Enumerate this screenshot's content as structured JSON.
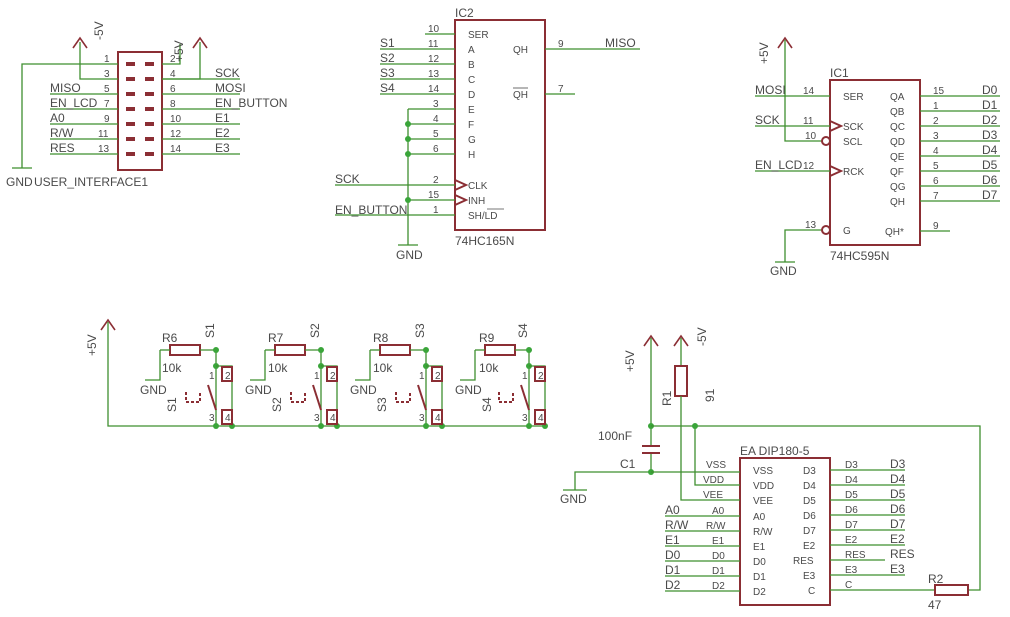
{
  "power": {
    "neg5v": "-5V",
    "pos5v": "+5V",
    "gnd": "GND"
  },
  "user_interface": {
    "ref": "USER_INTERFACE1",
    "left_nets": [
      "MISO",
      "EN_LCD",
      "A0",
      "R/W",
      "RES"
    ],
    "right_nets": [
      "SCK",
      "MOSI",
      "EN_BUTTON",
      "E1",
      "E2",
      "E3"
    ],
    "pins_left": [
      "1",
      "3",
      "5",
      "7",
      "9",
      "11",
      "13"
    ],
    "pins_right": [
      "2",
      "4",
      "6",
      "8",
      "10",
      "12",
      "14"
    ]
  },
  "ic2": {
    "ref": "IC2",
    "part": "74HC165N",
    "left_pins": [
      {
        "num": "10",
        "name": "SER"
      },
      {
        "num": "11",
        "name": "A",
        "net": "S1"
      },
      {
        "num": "12",
        "name": "B",
        "net": "S2"
      },
      {
        "num": "13",
        "name": "C",
        "net": "S3"
      },
      {
        "num": "14",
        "name": "D",
        "net": "S4"
      },
      {
        "num": "3",
        "name": "E"
      },
      {
        "num": "4",
        "name": "F"
      },
      {
        "num": "5",
        "name": "G"
      },
      {
        "num": "6",
        "name": "H"
      },
      {
        "num": "2",
        "name": "CLK",
        "net": "SCK"
      },
      {
        "num": "15",
        "name": "INH"
      },
      {
        "num": "1",
        "name": "SH/LD",
        "net": "EN_BUTTON"
      }
    ],
    "right_pins": [
      {
        "num": "9",
        "name": "QH",
        "net": "MISO"
      },
      {
        "num": "7",
        "name": "QH"
      }
    ]
  },
  "ic1": {
    "ref": "IC1",
    "part": "74HC595N",
    "left_pins": [
      {
        "num": "14",
        "name": "SER",
        "net": "MOSI"
      },
      {
        "num": "11",
        "name": "SCK",
        "net": "SCK"
      },
      {
        "num": "10",
        "name": "SCL"
      },
      {
        "num": "12",
        "name": "RCK",
        "net": "EN_LCD"
      },
      {
        "num": "13",
        "name": "G"
      }
    ],
    "right_pins": [
      {
        "num": "15",
        "name": "QA",
        "net": "D0"
      },
      {
        "num": "1",
        "name": "QB",
        "net": "D1"
      },
      {
        "num": "2",
        "name": "QC",
        "net": "D2"
      },
      {
        "num": "3",
        "name": "QD",
        "net": "D3"
      },
      {
        "num": "4",
        "name": "QE",
        "net": "D4"
      },
      {
        "num": "5",
        "name": "QF",
        "net": "D5"
      },
      {
        "num": "6",
        "name": "QG",
        "net": "D6"
      },
      {
        "num": "7",
        "name": "QH",
        "net": "D7"
      },
      {
        "num": "9",
        "name": "QH*"
      }
    ]
  },
  "switches": [
    {
      "r": "R6",
      "val": "10k",
      "s": "S1"
    },
    {
      "r": "R7",
      "val": "10k",
      "s": "S2"
    },
    {
      "r": "R8",
      "val": "10k",
      "s": "S3"
    },
    {
      "r": "R9",
      "val": "10k",
      "s": "S4"
    }
  ],
  "switch_pins": [
    "1",
    "2",
    "3",
    "4"
  ],
  "display": {
    "ref": "EA DIP180-5",
    "left_pins": [
      "VSS",
      "VDD",
      "VEE",
      "A0",
      "R/W",
      "E1",
      "D0",
      "D1",
      "D2"
    ],
    "right_pins": [
      "D3",
      "D4",
      "D5",
      "D6",
      "D7",
      "E2",
      "RES",
      "E3",
      "C"
    ],
    "left_nets": [
      "A0",
      "R/W",
      "E1",
      "D0",
      "D1",
      "D2"
    ],
    "right_nets": [
      "D3",
      "D4",
      "D5",
      "D6",
      "D7",
      "E2",
      "RES",
      "E3"
    ]
  },
  "passives": {
    "r1_ref": "R1",
    "r1_val": "91",
    "r2_ref": "R2",
    "r2_val": "47",
    "c1_ref": "C1",
    "c1_val": "100nF"
  }
}
